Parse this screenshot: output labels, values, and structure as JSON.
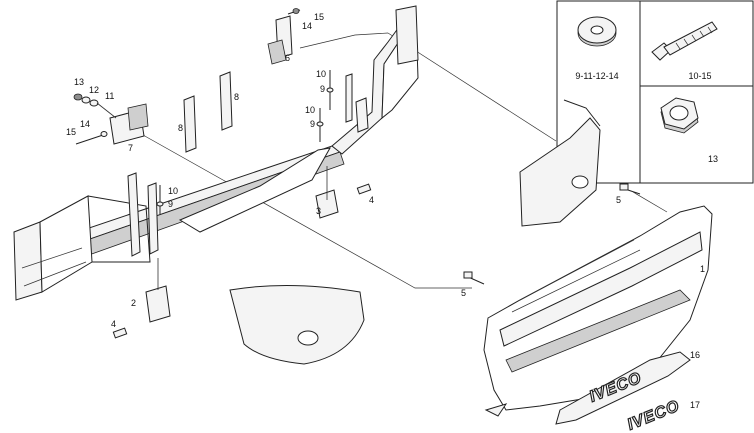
{
  "callouts": {
    "c1": "1",
    "c2": "2",
    "c3": "3",
    "c4a": "4",
    "c4b": "4",
    "c5a": "5",
    "c5b": "5",
    "c6": "6",
    "c7": "7",
    "c8a": "8",
    "c8b": "8",
    "c9a": "9",
    "c9b": "9",
    "c9c": "9",
    "c10a": "10",
    "c10b": "10",
    "c10c": "10",
    "c11": "11",
    "c12": "12",
    "c13": "13",
    "c14a": "14",
    "c14b": "14",
    "c15a": "15",
    "c15b": "15",
    "c16": "16",
    "c17": "17"
  },
  "insets": {
    "washer": "9-11-12-14",
    "bolt": "10-15",
    "nut": "13"
  },
  "branding": {
    "grille_badge": "IVECO",
    "emblem": "IVECO"
  }
}
